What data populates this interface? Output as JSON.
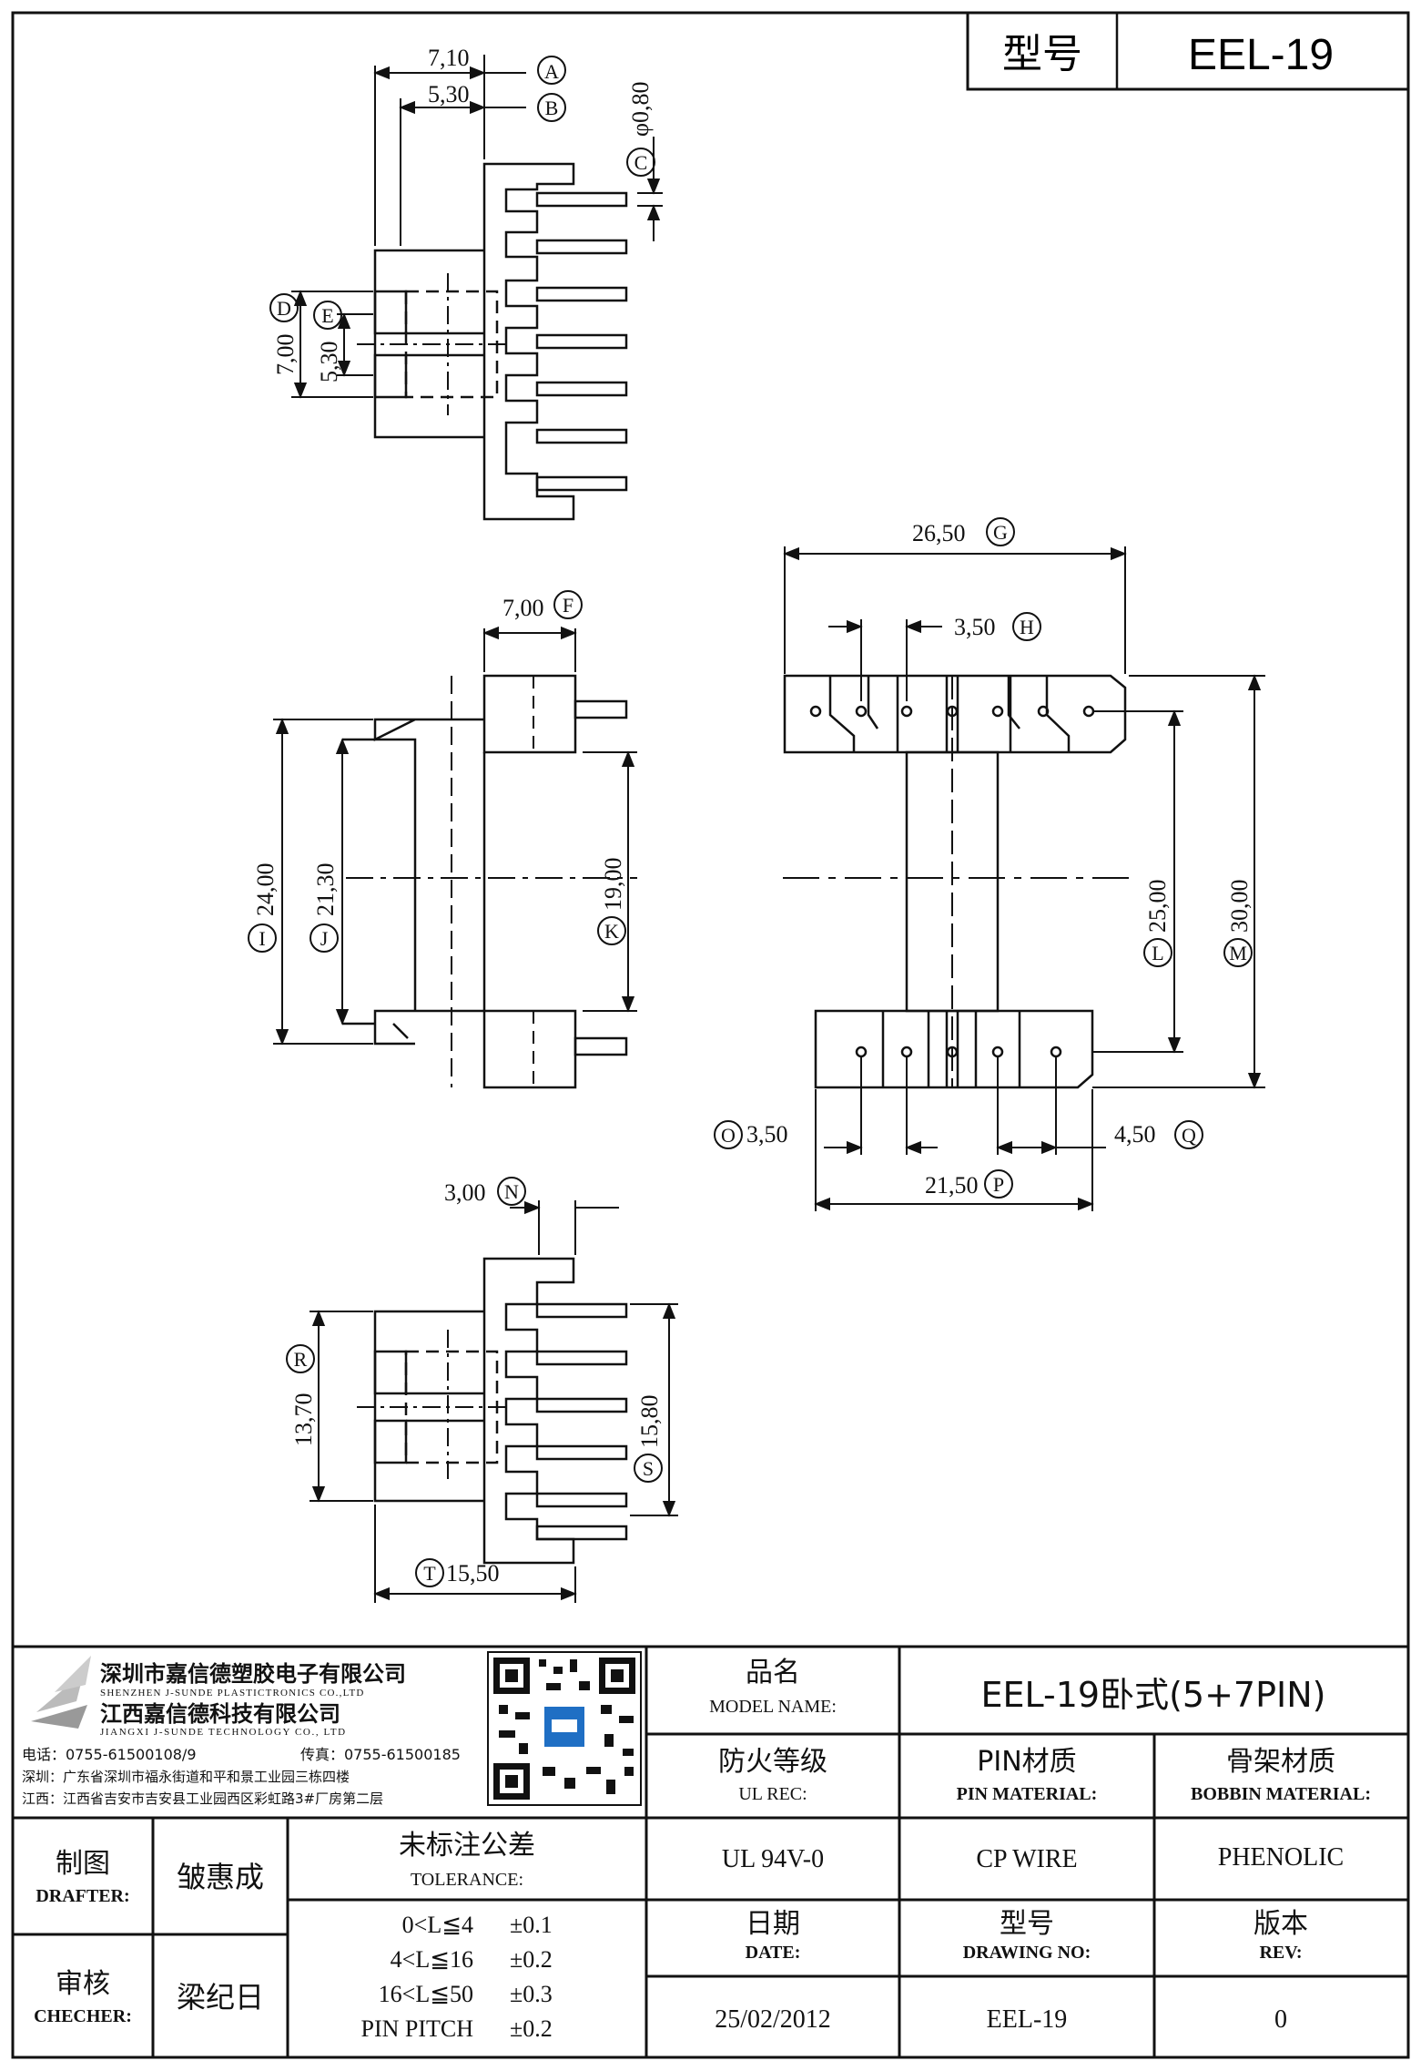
{
  "header": {
    "model_label": "型号",
    "model_value": "EEL-19"
  },
  "dimensions": {
    "A": {
      "value": "7,10",
      "letter": "A"
    },
    "B": {
      "value": "5,30",
      "letter": "B"
    },
    "C": {
      "value": "φ0,80",
      "letter": "C"
    },
    "D": {
      "value": "7,00",
      "letter": "D"
    },
    "E": {
      "value": "5,30",
      "letter": "E"
    },
    "F": {
      "value": "7,00",
      "letter": "F"
    },
    "G": {
      "value": "26,50",
      "letter": "G"
    },
    "H": {
      "value": "3,50",
      "letter": "H"
    },
    "I": {
      "value": "24,00",
      "letter": "I"
    },
    "J": {
      "value": "21,30",
      "letter": "J"
    },
    "K": {
      "value": "19,00",
      "letter": "K"
    },
    "L": {
      "value": "25,00",
      "letter": "L"
    },
    "M": {
      "value": "30,00",
      "letter": "M"
    },
    "N": {
      "value": "3,00",
      "letter": "N"
    },
    "O": {
      "value": "3,50",
      "letter": "O"
    },
    "P": {
      "value": "21,50",
      "letter": "P"
    },
    "Q": {
      "value": "4,50",
      "letter": "Q"
    },
    "R": {
      "value": "13,70",
      "letter": "R"
    },
    "S": {
      "value": "15,80",
      "letter": "S"
    },
    "T": {
      "value": "15,50",
      "letter": "T"
    }
  },
  "company": {
    "name_cn_1": "深圳市嘉信德塑胶电子有限公司",
    "name_en_1": "SHENZHEN J-SUNDE PLASTICTRONICS CO.,LTD",
    "name_cn_2": "江西嘉信德科技有限公司",
    "name_en_2": "JIANGXI J-SUNDE TECHNOLOGY CO., LTD",
    "phone": "电话：0755-61500108/9",
    "fax": "传真：0755-61500185",
    "addr_sz": "深圳：广东省深圳市福永街道和平和景工业园三栋四楼",
    "addr_jx": "江西：江西省吉安市吉安县工业园西区彩虹路3#厂房第二层"
  },
  "title_block": {
    "model_name_cn": "品名",
    "model_name_en": "MODEL NAME:",
    "model_name_value": "EEL-19卧式(5+7PIN)",
    "ul_cn": "防火等级",
    "ul_en": "UL REC:",
    "pin_cn": "PIN材质",
    "pin_en": "PIN MATERIAL:",
    "bobbin_cn": "骨架材质",
    "bobbin_en": "BOBBIN MATERIAL:",
    "ul_value": "UL 94V-0",
    "pin_value": "CP WIRE",
    "bobbin_value": "PHENOLIC",
    "date_cn": "日期",
    "date_en": "DATE:",
    "drawing_cn": "型号",
    "drawing_en": "DRAWING NO:",
    "rev_cn": "版本",
    "rev_en": "REV:",
    "date_value": "25/02/2012",
    "drawing_value": "EEL-19",
    "rev_value": "0",
    "drafter_cn": "制图",
    "drafter_en": "DRAFTER:",
    "drafter_name": "皱惠成",
    "checker_cn": "审核",
    "checker_en": "CHECHER:",
    "checker_name": "梁纪日",
    "tolerance_cn": "未标注公差",
    "tolerance_en": "TOLERANCE:",
    "tolerances": [
      {
        "range": "0<L≦4",
        "value": "±0.1"
      },
      {
        "range": "4<L≦16",
        "value": "±0.2"
      },
      {
        "range": "16<L≦50",
        "value": "±0.3"
      },
      {
        "range": "PIN PITCH",
        "value": "±0.2"
      }
    ]
  }
}
